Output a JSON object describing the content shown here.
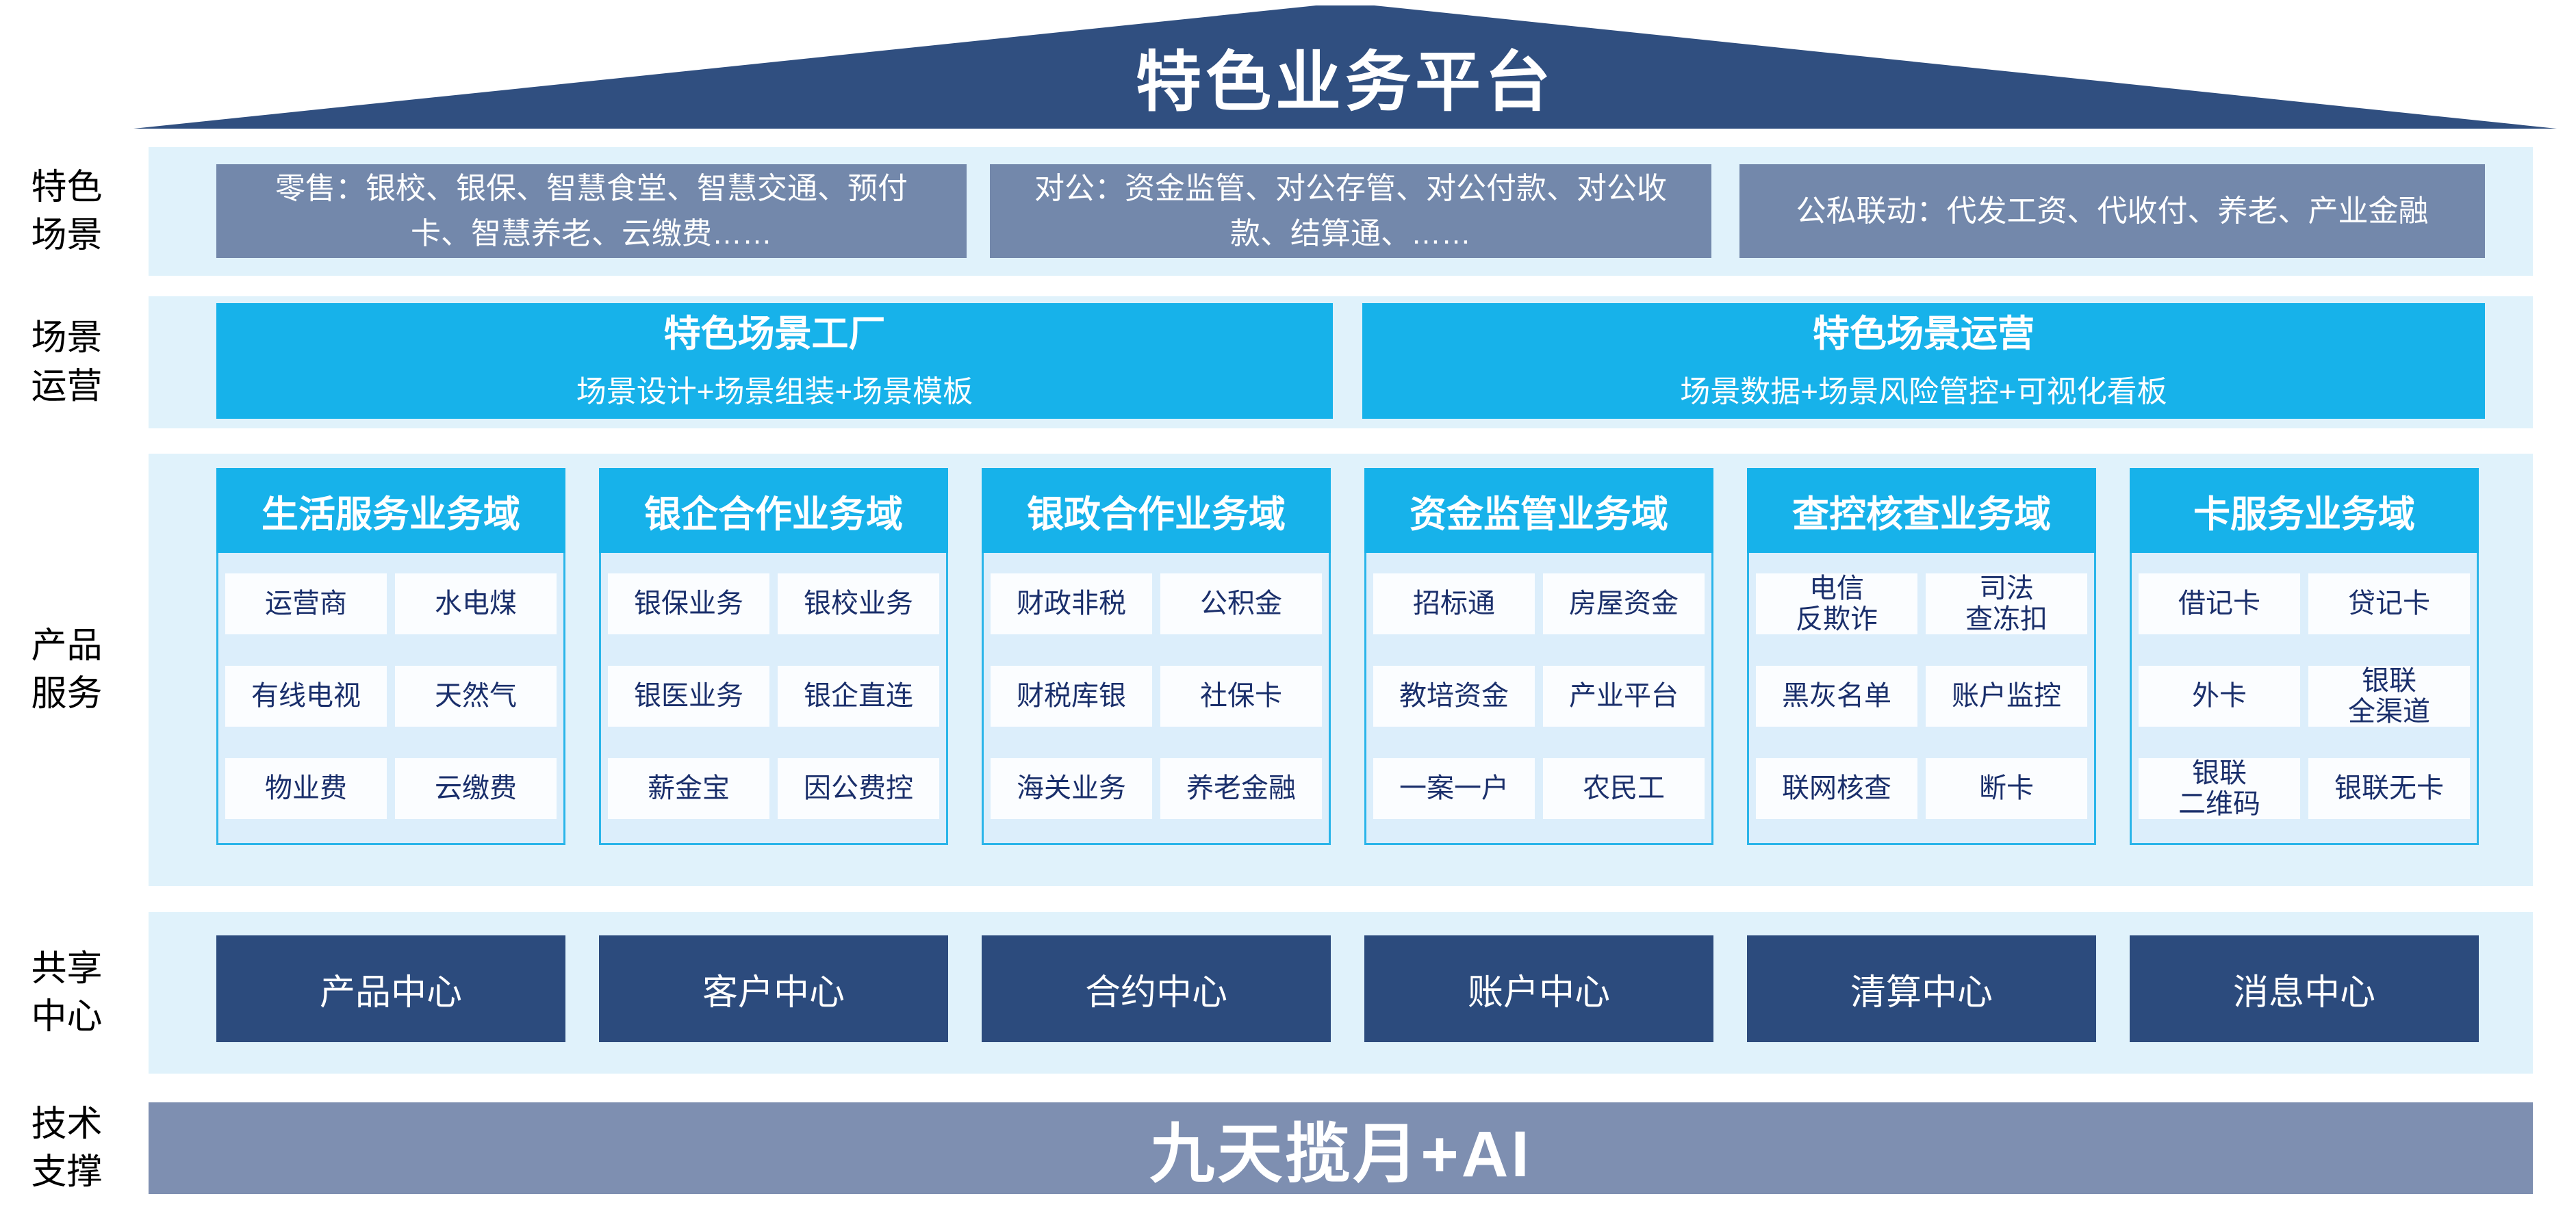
{
  "colors": {
    "roof_navy": "#304F80",
    "scene_box_slate": "#7388AB",
    "band_background": "#E0F2FB",
    "accent_cyan": "#17B2EA",
    "column_background": "#DCEEFB",
    "column_border": "#2AB5E9",
    "cell_background": "#FBFDFF",
    "cell_text_navy": "#1A2F6B",
    "center_navy": "#2C4B7D",
    "tech_bar_slate": "#7E8FB1"
  },
  "roof": {
    "title": "特色业务平台"
  },
  "scene_row": {
    "label": "特色\n场景",
    "boxes": [
      "零售：银校、银保、智慧食堂、智慧交通、预付\n卡、智慧养老、云缴费……",
      "对公：资金监管、对公存管、对公付款、对公收\n款、结算通、……",
      "公私联动：代发工资、代收付、养老、产业金融"
    ]
  },
  "operation_row": {
    "label": "场景\n运营",
    "boxes": [
      {
        "title": "特色场景工厂",
        "subtitle": "场景设计+场景组装+场景模板"
      },
      {
        "title": "特色场景运营",
        "subtitle": "场景数据+场景风险管控+可视化看板"
      }
    ]
  },
  "product_row": {
    "label": "产品\n服务",
    "domains": [
      {
        "title": "生活服务业务域",
        "cells": [
          "运营商",
          "水电煤",
          "有线电视",
          "天然气",
          "物业费",
          "云缴费"
        ]
      },
      {
        "title": "银企合作业务域",
        "cells": [
          "银保业务",
          "银校业务",
          "银医业务",
          "银企直连",
          "薪金宝",
          "因公费控"
        ]
      },
      {
        "title": "银政合作业务域",
        "cells": [
          "财政非税",
          "公积金",
          "财税库银",
          "社保卡",
          "海关业务",
          "养老金融"
        ]
      },
      {
        "title": "资金监管业务域",
        "cells": [
          "招标通",
          "房屋资金",
          "教培资金",
          "产业平台",
          "一案一户",
          "农民工"
        ]
      },
      {
        "title": "查控核查业务域",
        "cells": [
          "电信\n反欺诈",
          "司法\n查冻扣",
          "黑灰名单",
          "账户监控",
          "联网核查",
          "断卡"
        ]
      },
      {
        "title": "卡服务业务域",
        "cells": [
          "借记卡",
          "贷记卡",
          "外卡",
          "银联\n全渠道",
          "银联\n二维码",
          "银联无卡"
        ]
      }
    ]
  },
  "shared_row": {
    "label": "共享\n中心",
    "centers": [
      "产品中心",
      "客户中心",
      "合约中心",
      "账户中心",
      "清算中心",
      "消息中心"
    ]
  },
  "tech_row": {
    "label": "技术\n支撑",
    "title": "九天揽月+AI"
  }
}
